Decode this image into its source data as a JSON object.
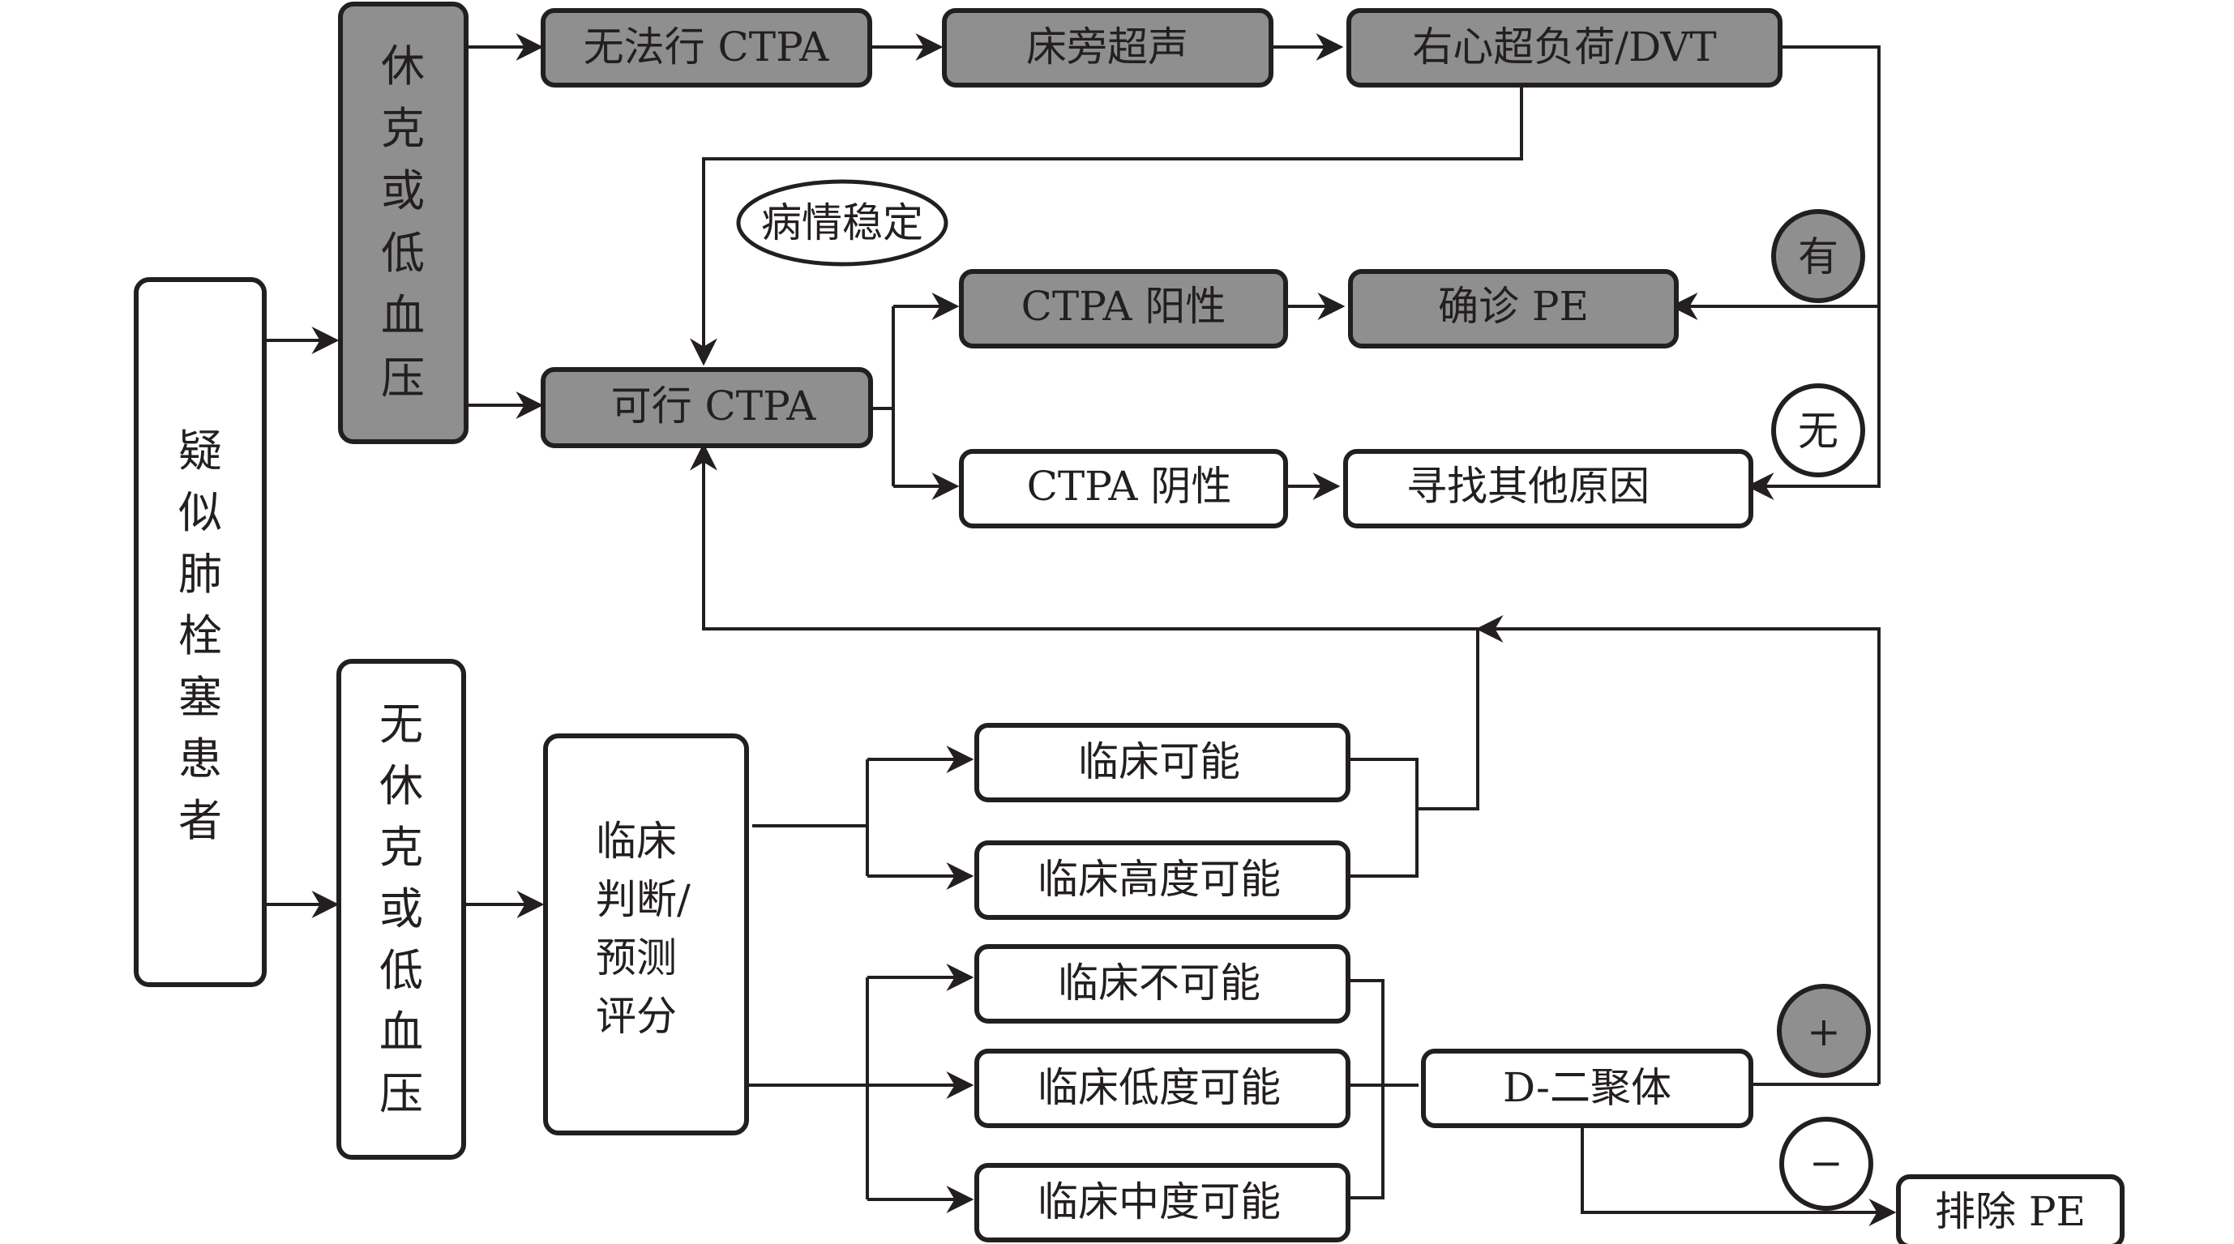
{
  "colors": {
    "shaded_box": "#8f8f8f",
    "line": "#231f20",
    "plain_box": "#ffffff"
  },
  "nodes": {
    "suspected_pe": "疑似肺栓塞患者",
    "shock": "休克或低血压",
    "no_shock": "无休克或低血压",
    "no_ctpa": "无法行 CTPA",
    "bedside_echo": "床旁超声",
    "rv_overload": "右心超负荷/DVT",
    "stable": "病情稳定",
    "ctpa_possible": "可行 CTPA",
    "ctpa_positive": "CTPA 阳性",
    "confirm_pe": "确诊 PE",
    "ctpa_negative": "CTPA 阴性",
    "other_causes": "寻找其他原因",
    "clinical_judgement": [
      "临床",
      "判断/",
      "预测",
      "评分"
    ],
    "clin_possible": "临床可能",
    "clin_high": "临床高度可能",
    "clin_unlikely": "临床不可能",
    "clin_low": "临床低度可能",
    "clin_mid": "临床中度可能",
    "d_dimer": "D-二聚体",
    "exclude_pe": "排除 PE"
  },
  "badges": {
    "yes": "有",
    "no": "无",
    "plus": "+",
    "minus": "−"
  }
}
